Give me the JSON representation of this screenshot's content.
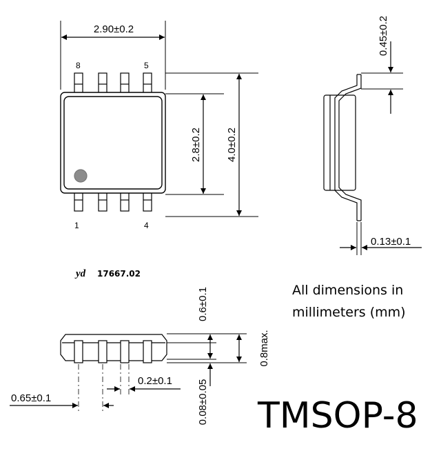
{
  "top_view": {
    "width_label": "2.90±0.2",
    "pin_8": "8",
    "pin_5": "5",
    "pin_1": "1",
    "pin_4": "4",
    "body_length_label": "2.8±0.2",
    "overall_length_label": "4.0±0.2"
  },
  "side_view": {
    "lead_thickness_label": "0.45±0.2",
    "lead_width_label": "0.13±0.1"
  },
  "end_view": {
    "height_label": "0.6±0.1",
    "max_height_label": "0.8max.",
    "pin_width_label": "0.2±0.1",
    "pitch_label": "0.65±0.1",
    "standoff_label": "0.08±0.05"
  },
  "reference": {
    "prefix": "yd",
    "code": "17667.02"
  },
  "note": {
    "line1": "All dimensions in",
    "line2": "millimeters (mm)"
  },
  "package_name": "TMSOP-8",
  "colors": {
    "line": "#000000",
    "pin1_marker": "#8c8c8c",
    "background": "#ffffff"
  }
}
